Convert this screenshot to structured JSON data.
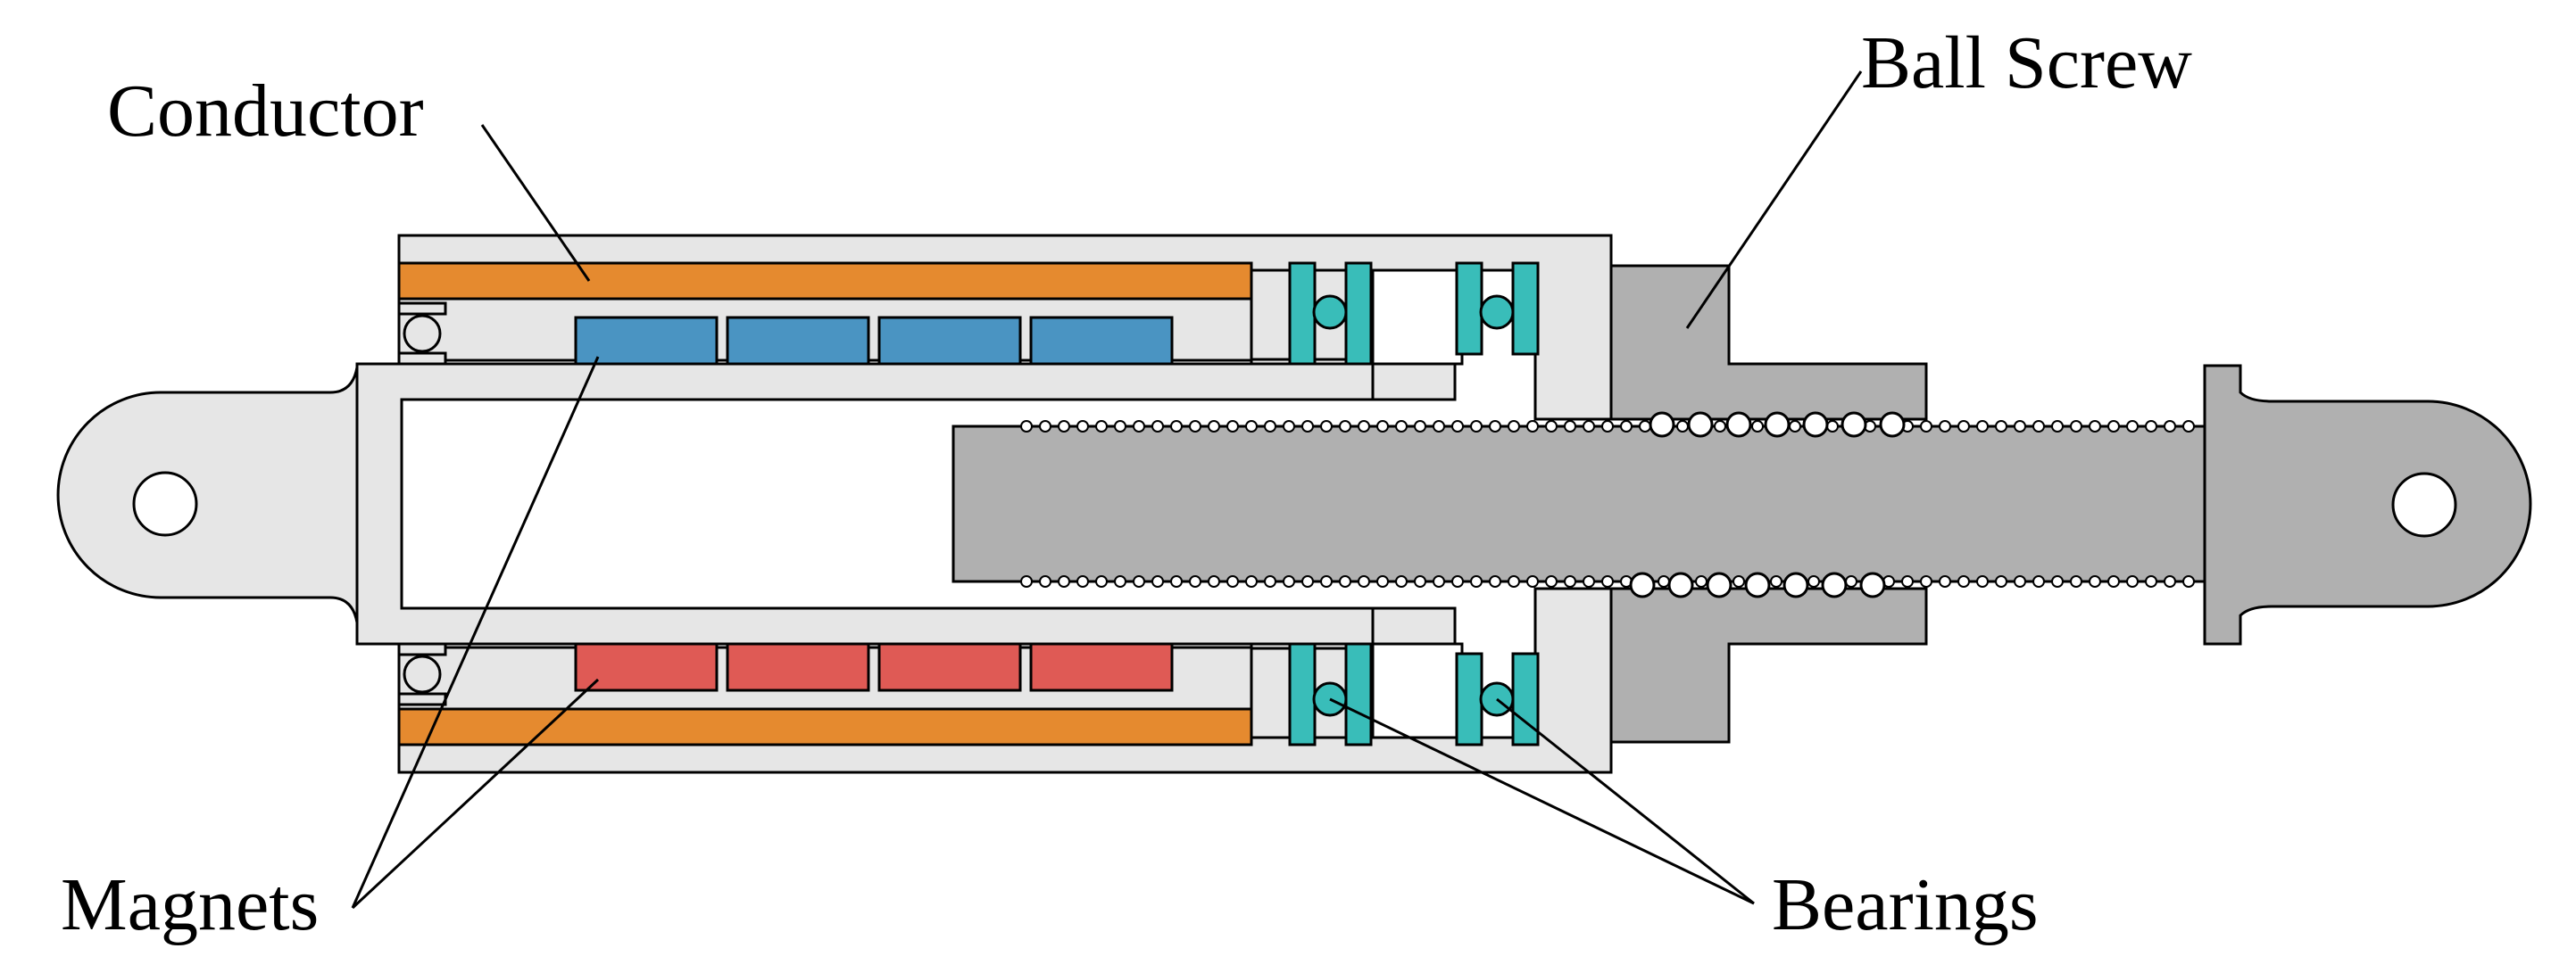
{
  "labels": {
    "conductor": "Conductor",
    "ball_screw": "Ball Screw",
    "magnets": "Magnets",
    "bearings": "Bearings"
  },
  "colors": {
    "conductor": "#E58A2F",
    "magnet_top": "#4A94C2",
    "magnet_bottom": "#DF5A55",
    "bearing": "#39BDB9",
    "housing": "#E6E6E6",
    "screw": "#B0B0B0",
    "nut": "#B0B0B0"
  }
}
